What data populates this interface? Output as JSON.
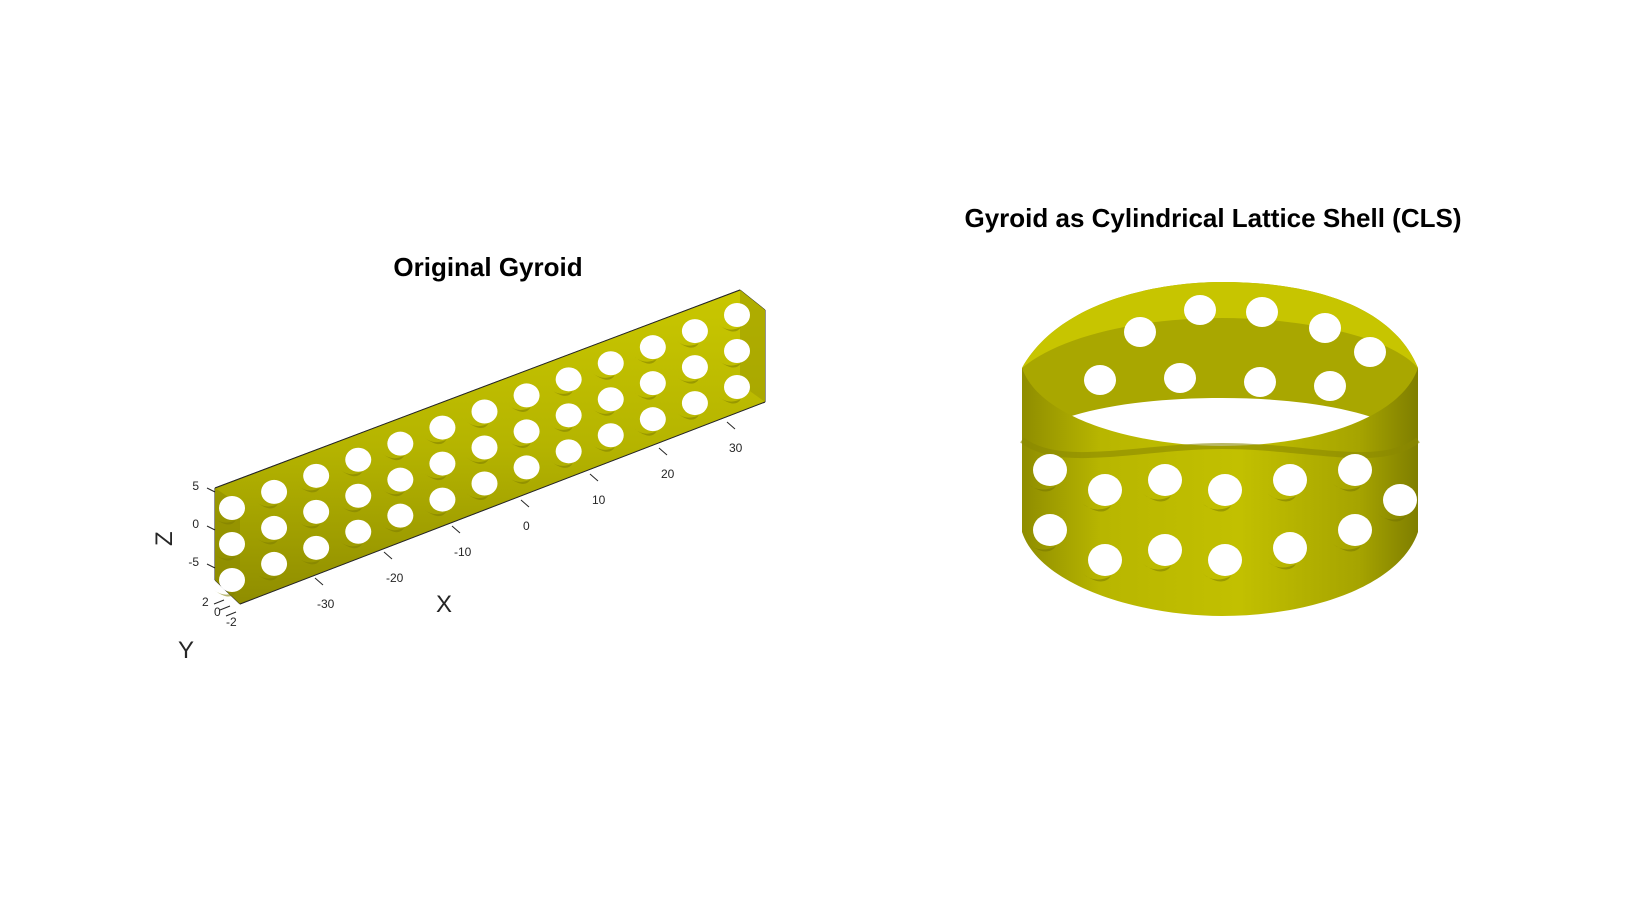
{
  "figure": {
    "left_plot": {
      "title": "Original Gyroid",
      "xlabel": "X",
      "ylabel": "Y",
      "zlabel": "Z",
      "x_ticks": [
        "-30",
        "-20",
        "-10",
        "0",
        "10",
        "20",
        "30"
      ],
      "y_ticks": [
        "2",
        "0",
        "-2"
      ],
      "z_ticks": [
        "5",
        "0",
        "-5"
      ]
    },
    "right_plot": {
      "title": "Gyroid as Cylindrical Lattice Shell (CLS)"
    },
    "colors": {
      "surface": "#b5b400",
      "surface_dark": "#7f7e00",
      "surface_light": "#d6d41a",
      "axis": "#262626",
      "grid": "#dedede"
    }
  }
}
